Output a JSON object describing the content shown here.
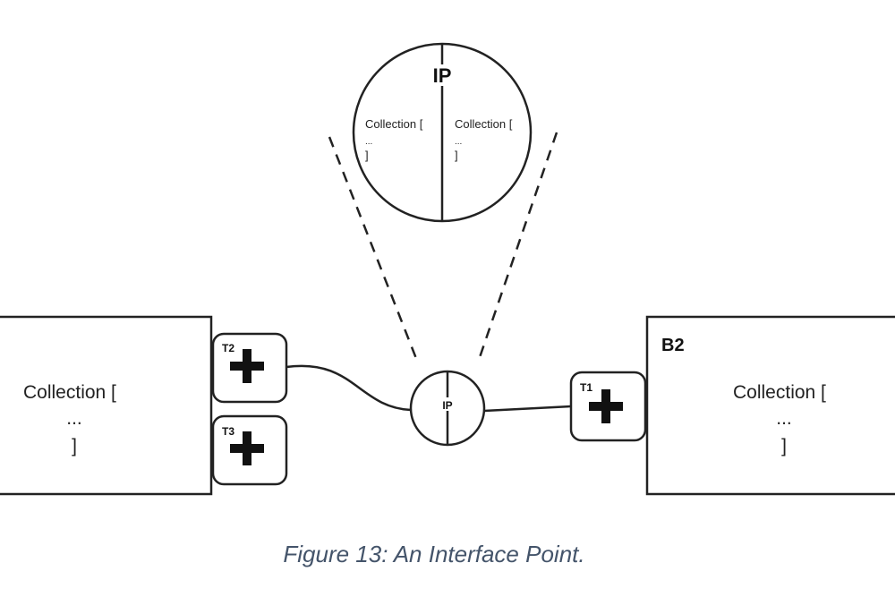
{
  "zoom": {
    "label": "IP",
    "left_collection": {
      "open": "Collection [",
      "dots": "...",
      "close": "]"
    },
    "right_collection": {
      "open": "Collection [",
      "dots": "...",
      "close": "]"
    }
  },
  "interface_point": {
    "label": "IP"
  },
  "left_block": {
    "collection": {
      "open": "Collection [",
      "dots": "...",
      "close": "]"
    }
  },
  "right_block": {
    "label": "B2",
    "collection": {
      "open": "Collection [",
      "dots": "...",
      "close": "]"
    }
  },
  "terminals": {
    "t1": "T1",
    "t2": "T2",
    "t3": "T3"
  },
  "caption": "Figure 13: An Interface Point.",
  "colors": {
    "line": "#222222",
    "caption": "#44546a"
  }
}
